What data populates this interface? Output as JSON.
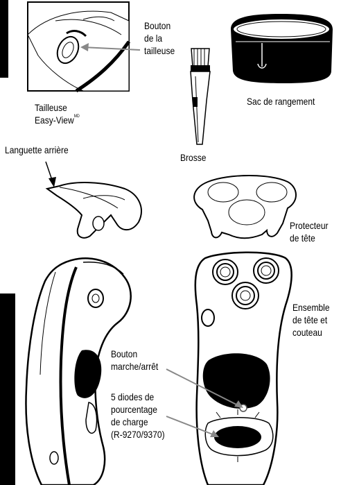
{
  "labels": {
    "trimmer_button": [
      "Bouton",
      "de la",
      "tailleuse"
    ],
    "trimmer_name": "Tailleuse",
    "trimmer_brand": "Easy-View",
    "trimmer_mark": "MD",
    "brush": "Brosse",
    "storage_bag": "Sac de rangement",
    "rear_tab": "Languette arrière",
    "head_guard": [
      "Protecteur",
      "de tête"
    ],
    "head_cutter_assembly": [
      "Ensemble",
      "de tête et",
      "couteau"
    ],
    "power_button": [
      "Bouton",
      "marche/arrêt"
    ],
    "charge_leds": [
      "5 diodes de",
      "pourcentage",
      "de charge",
      "(R-9270/9370)"
    ]
  }
}
